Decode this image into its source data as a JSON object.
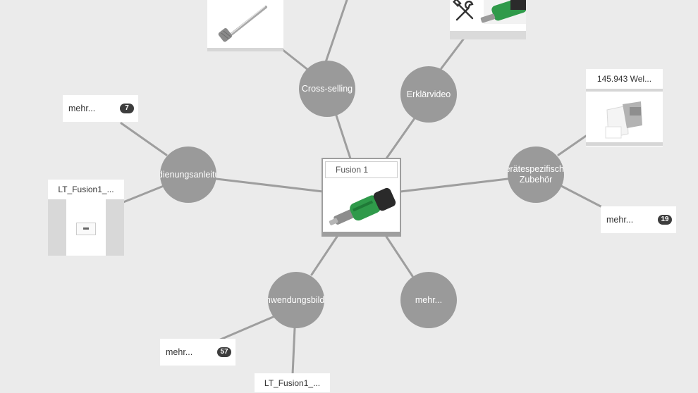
{
  "center": {
    "title": "Fusion 1"
  },
  "hubs": [
    {
      "label": "Cross-selling"
    },
    {
      "label": "Erklärvideo"
    },
    {
      "label": "Bedienungsanleitung"
    },
    {
      "label": "Gerätespezifisches Zubehör"
    },
    {
      "label": "Anwendungsbilder"
    },
    {
      "label": "mehr..."
    }
  ],
  "cards": {
    "manual_doc": {
      "title": "LT_Fusion1_..."
    },
    "accessory": {
      "title": "145.943 Wel..."
    },
    "application_doc": {
      "title": "LT_Fusion1_..."
    }
  },
  "more_links": {
    "manual": {
      "label": "mehr...",
      "count": "7"
    },
    "accessory": {
      "label": "mehr...",
      "count": "19"
    },
    "application": {
      "label": "mehr...",
      "count": "57"
    }
  },
  "icons": {
    "video_tools": "wrench-screwdriver-icon"
  },
  "colors": {
    "background": "#ebebeb",
    "hub": "#9a9a9a",
    "link_line": "#9e9e9e",
    "badge": "#3d3d3d",
    "drill_green": "#2f9a4a"
  }
}
